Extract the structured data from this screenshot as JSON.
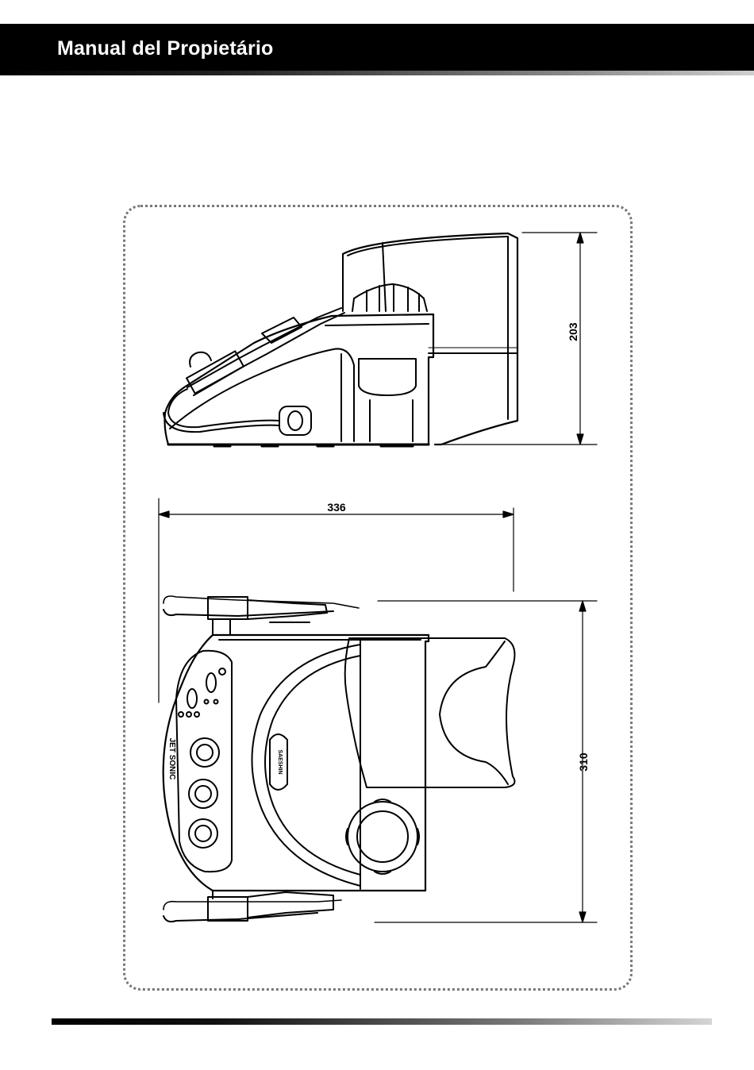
{
  "header": {
    "title": "Manual del Propietário"
  },
  "dimensions": {
    "height": "203",
    "length": "336",
    "depth": "310"
  },
  "device": {
    "brand_label": "JET SONIC",
    "badge_label": "SAESHIN"
  }
}
